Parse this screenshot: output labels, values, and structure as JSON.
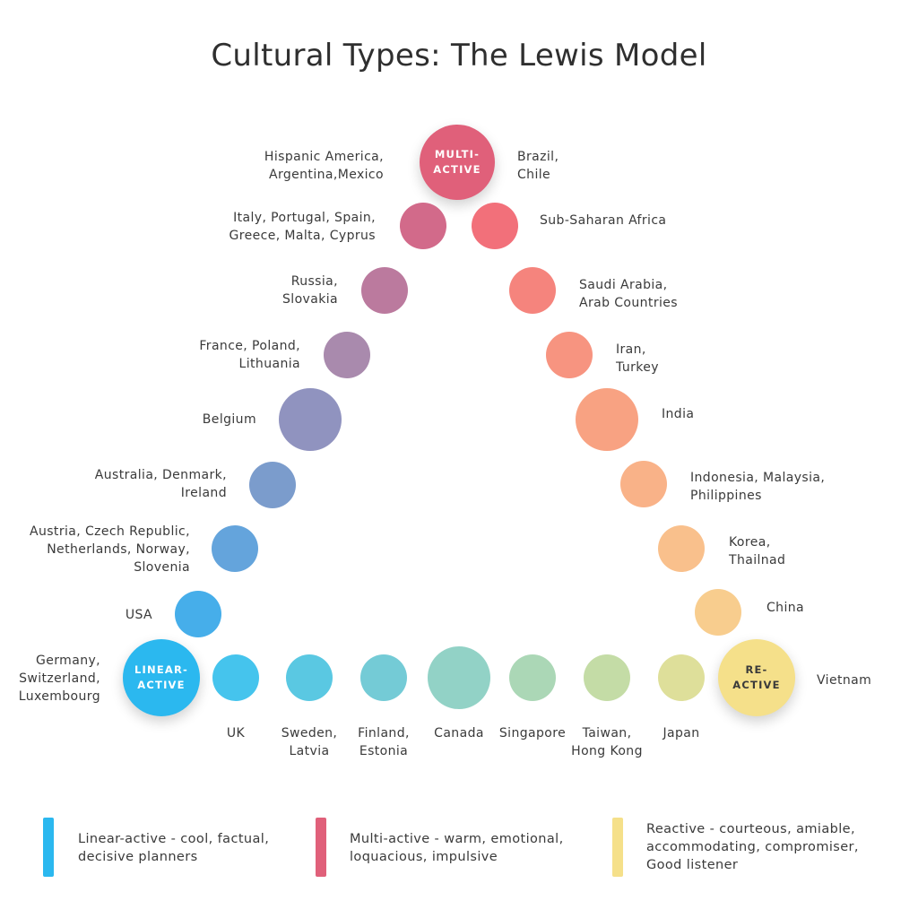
{
  "title": "Cultural Types: The Lewis Model",
  "types": {
    "multi": {
      "label": "MULTI-\nACTIVE",
      "color": "#e0607a",
      "text_color": "#ffffff"
    },
    "linear": {
      "label": "LINEAR-\nACTIVE",
      "color": "#2bb8ef",
      "text_color": "#ffffff"
    },
    "reactive": {
      "label": "RE-\nACTIVE",
      "color": "#f5e08a",
      "text_color": "#3a3a3a"
    }
  },
  "countries": [
    "Hispanic America,\nArgentina,Mexico",
    "Brazil,\nChile",
    "Italy, Portugal, Spain,\nGreece, Malta, Cyprus",
    "Sub-Saharan Africa",
    "Russia,\nSlovakia",
    "Saudi Arabia,\nArab Countries",
    "France, Poland,\nLithuania",
    "Iran,\nTurkey",
    "Belgium",
    "India",
    "Australia, Denmark,\nIreland",
    "Indonesia, Malaysia,\nPhilippines",
    "Austria, Czech Republic,\nNetherlands, Norway,\nSlovenia",
    "Korea,\nThailnad",
    "USA",
    "China",
    "Germany,\nSwitzerland,\nLuxembourg",
    "Vietnam",
    "UK",
    "Sweden,\nLatvia",
    "Finland,\nEstonia",
    "Canada",
    "Singapore",
    "Taiwan,\nHong Kong",
    "Japan"
  ],
  "legend": [
    {
      "text": "Linear-active - cool, factual,\ndecisive planners",
      "color": "#2bb8ef"
    },
    {
      "text": "Multi-active - warm, emotional,\nloquacious, impulsive",
      "color": "#e0607a"
    },
    {
      "text": "Reactive - courteous, amiable,\naccommodating, compromiser,\nGood listener",
      "color": "#f5e08a"
    }
  ]
}
